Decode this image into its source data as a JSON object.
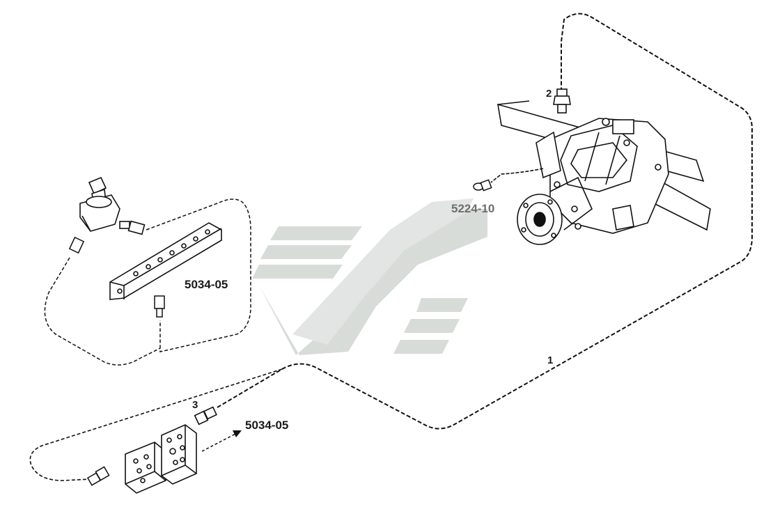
{
  "labels": {
    "pipe_1": "1",
    "fitting_2": "2",
    "fitting_3": "3",
    "ref_upper": "5034-05",
    "ref_lower": "5034-05",
    "ref_axle": "5224-10"
  },
  "colors": {
    "line": "#111111",
    "watermark": "#d8dcd9"
  }
}
